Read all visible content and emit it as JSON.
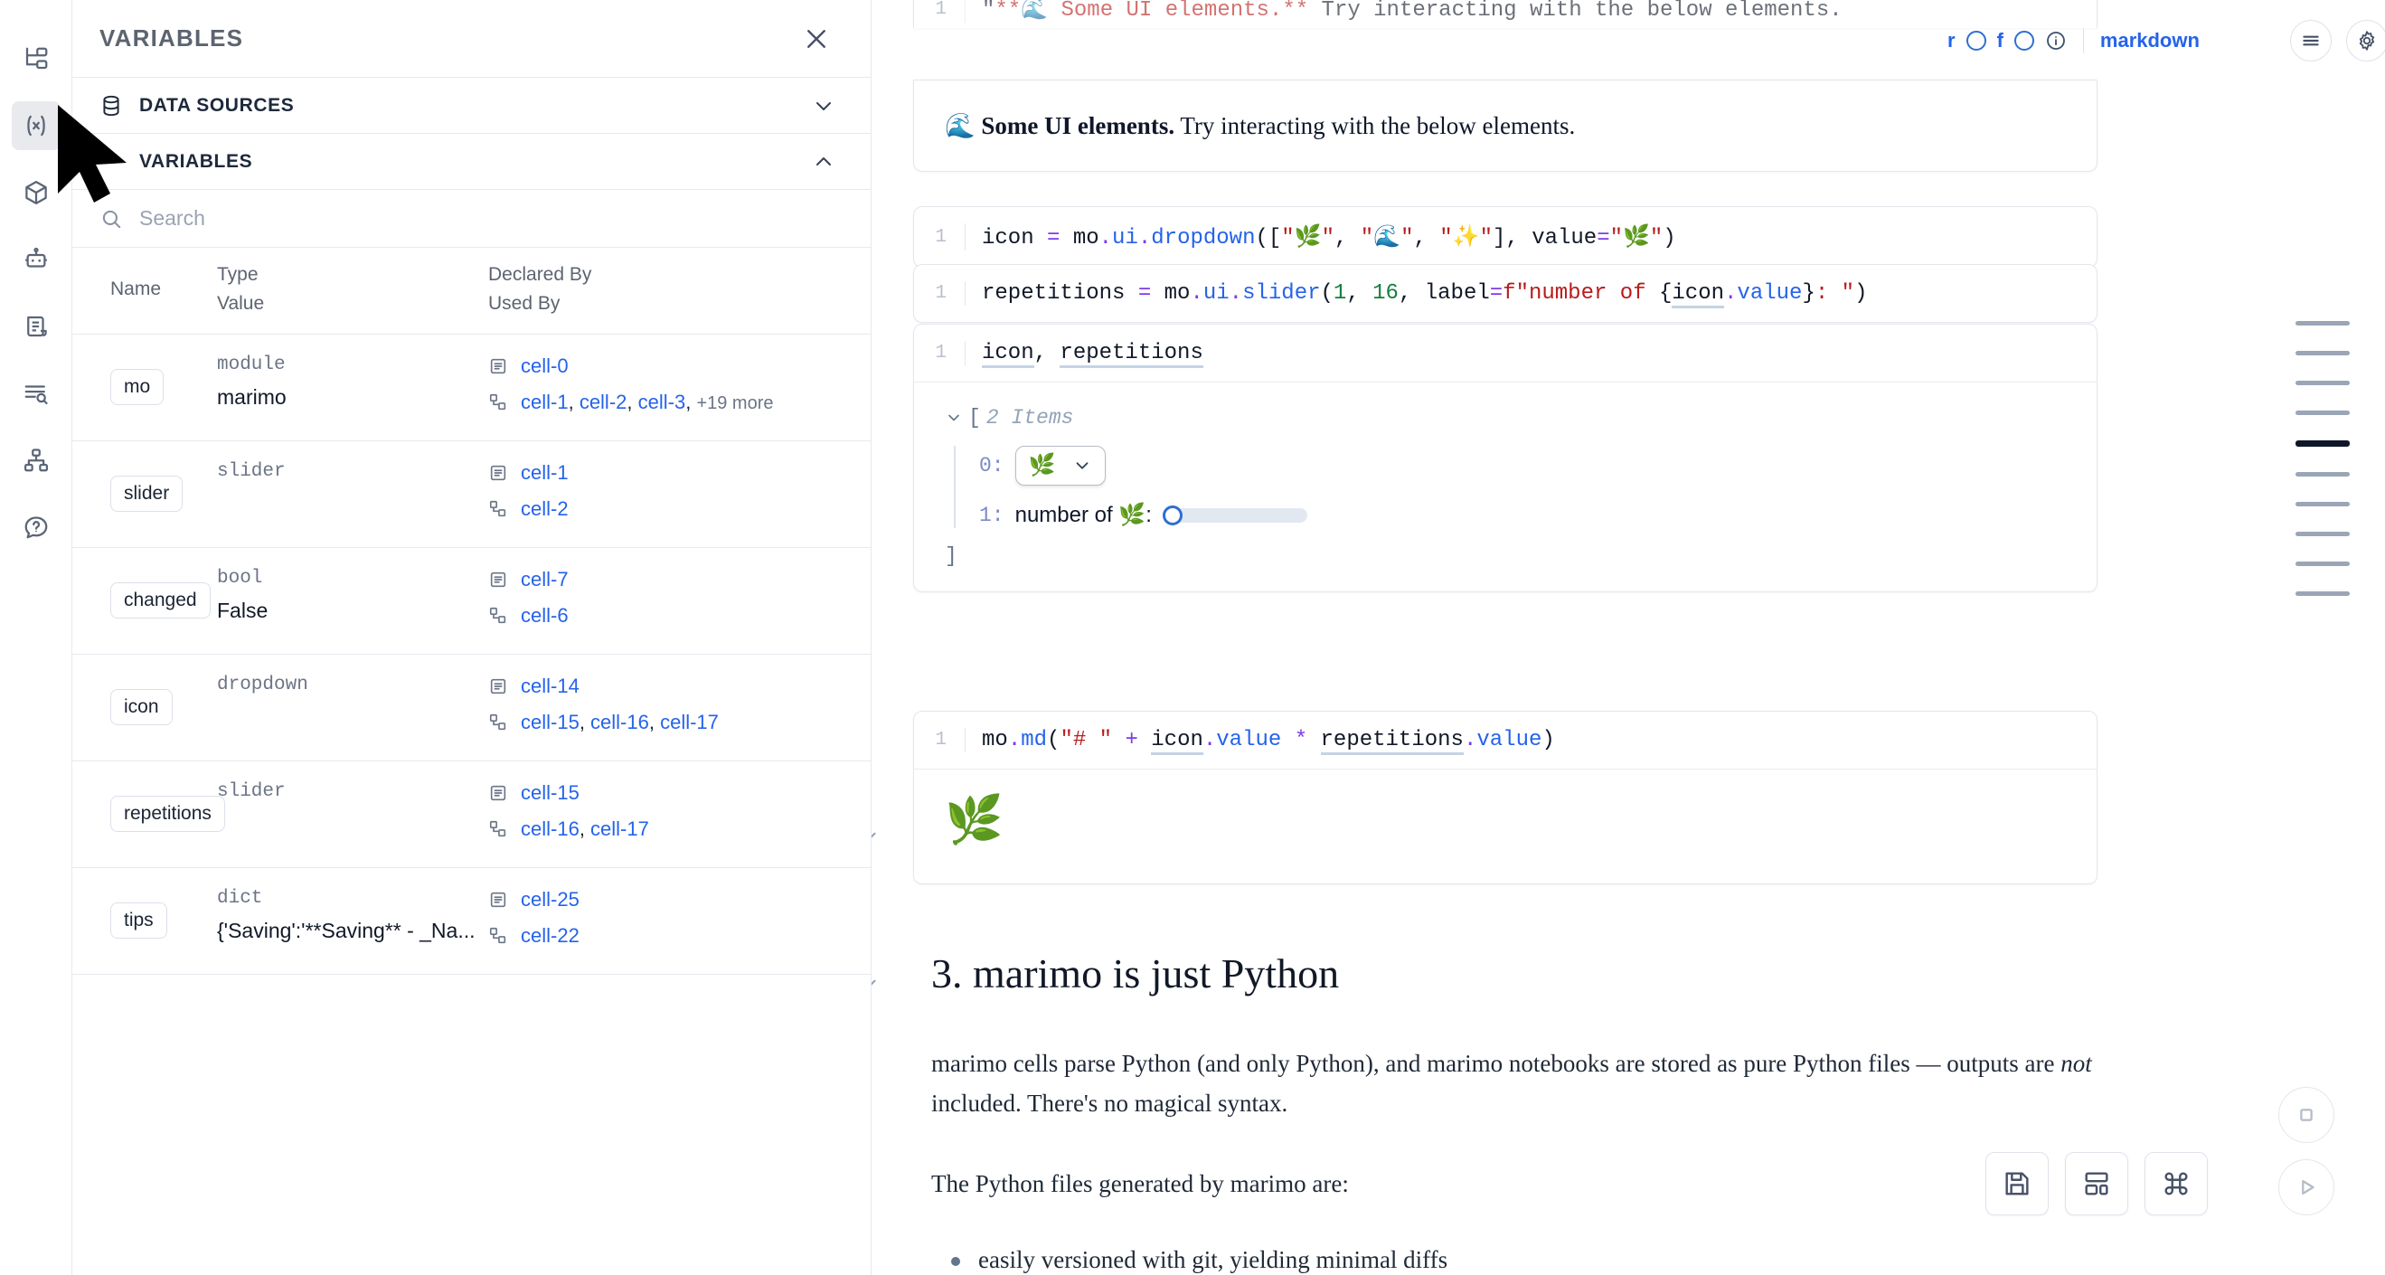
{
  "rail": {
    "items": [
      {
        "name": "file-tree-icon",
        "label": "File Explorer",
        "active": false
      },
      {
        "name": "variables-icon",
        "label": "Variables",
        "active": true
      },
      {
        "name": "package-cube-icon",
        "label": "Packages",
        "active": false
      },
      {
        "name": "robot-icon",
        "label": "AI Assistant",
        "active": false
      },
      {
        "name": "scratchpad-icon",
        "label": "Scratchpad",
        "active": false
      },
      {
        "name": "outline-search-icon",
        "label": "Outline",
        "active": false
      },
      {
        "name": "dependency-graph-icon",
        "label": "Dependency Graph",
        "active": false
      },
      {
        "name": "help-icon",
        "label": "Help",
        "active": false
      }
    ]
  },
  "panel": {
    "title": "VARIABLES",
    "close_label": "×",
    "sections": [
      {
        "label": "DATA SOURCES",
        "expanded": false,
        "chevron": "chevron-down"
      },
      {
        "label": "VARIABLES",
        "expanded": true,
        "chevron": "chevron-up"
      }
    ],
    "search": {
      "value": "",
      "placeholder": "Search"
    },
    "table": {
      "headers": {
        "name": "Name",
        "type": "Type",
        "value": "Value",
        "declared_by": "Declared By",
        "used_by": "Used By"
      },
      "rows": [
        {
          "name": "mo",
          "type": "module",
          "value": "marimo",
          "declared_by": [
            "cell-0"
          ],
          "used_by": [
            "cell-1",
            "cell-2",
            "cell-3"
          ],
          "used_by_more": "+19 more"
        },
        {
          "name": "slider",
          "type": "slider",
          "value": "",
          "declared_by": [
            "cell-1"
          ],
          "used_by": [
            "cell-2"
          ],
          "used_by_more": ""
        },
        {
          "name": "changed",
          "type": "bool",
          "value": "False",
          "declared_by": [
            "cell-7"
          ],
          "used_by": [
            "cell-6"
          ],
          "used_by_more": ""
        },
        {
          "name": "icon",
          "type": "dropdown",
          "value": "",
          "declared_by": [
            "cell-14"
          ],
          "used_by": [
            "cell-15",
            "cell-16",
            "cell-17"
          ],
          "used_by_more": ""
        },
        {
          "name": "repetitions",
          "type": "slider",
          "value": "",
          "declared_by": [
            "cell-15"
          ],
          "used_by": [
            "cell-16",
            "cell-17"
          ],
          "used_by_more": ""
        },
        {
          "name": "tips",
          "type": "dict",
          "value": "{'Saving':'**Saving** - _Na...",
          "declared_by": [
            "cell-25"
          ],
          "used_by": [
            "cell-22"
          ],
          "used_by_more": ""
        }
      ]
    }
  },
  "notebook": {
    "top_cell": {
      "line_number": "1",
      "code": "\"\"🌊 Some UI elements.** Try interacting with the below elements.",
      "toolbar": {
        "r_label": "r",
        "f_label": "f",
        "info_icon": "info-icon",
        "language": "markdown",
        "menu_icon": "hamburger-menu-icon",
        "settings_icon": "gear-icon",
        "close_icon": "close-icon"
      },
      "output_bold": "🌊 Some UI elements.",
      "output_rest": " Try interacting with the below elements."
    },
    "cells": [
      {
        "id": "dropdown-cell",
        "line_number": "1",
        "code_plain": "icon = mo.ui.dropdown([\"🌿\", \"🌊\", \"✨\"], value=\"🌿\")"
      },
      {
        "id": "slider-cell",
        "line_number": "1",
        "code_plain": "repetitions = mo.ui.slider(1, 16, label=f\"number of {icon.value}: \")"
      }
    ],
    "output_cell": {
      "line_number": "1",
      "code_plain": "icon, repetitions",
      "list_header": "2 Items",
      "bracket_open": "[",
      "bracket_close": "]",
      "items": [
        {
          "index": "0:",
          "kind": "dropdown",
          "value_emoji": "🌿"
        },
        {
          "index": "1:",
          "kind": "slider",
          "label": "number of 🌿:",
          "value": 1,
          "min": 1,
          "max": 16
        }
      ]
    },
    "md_cell": {
      "line_number": "1",
      "code_plain": "mo.md(\"# \" + icon.value * repetitions.value)",
      "output_emoji": "🌿"
    },
    "section": {
      "heading": "3. marimo is just Python",
      "paragraph1_a": "marimo cells parse Python (and only Python), and marimo notebooks are stored as pure Python files — outputs are ",
      "paragraph1_em": "not",
      "paragraph1_b": " included. There's no magical syntax.",
      "paragraph2": "The Python files generated by marimo are:",
      "bullet1": "easily versioned with git, yielding minimal diffs"
    }
  },
  "minimap": {
    "count": 10,
    "active_index": 4
  },
  "bottom_toolbar": {
    "buttons": [
      {
        "name": "save-button",
        "icon": "save-icon"
      },
      {
        "name": "layout-button",
        "icon": "layout-grid-icon"
      },
      {
        "name": "command-palette-button",
        "icon": "command-icon"
      }
    ],
    "stop_button": {
      "name": "stop-button",
      "icon": "stop-square-icon"
    },
    "run_button": {
      "name": "run-button",
      "icon": "play-icon"
    }
  },
  "colors": {
    "accent_blue": "#2563eb",
    "danger_red": "#d14343",
    "text_dark": "#0f172a",
    "muted": "#6b7586",
    "border": "#e6e9ef"
  }
}
